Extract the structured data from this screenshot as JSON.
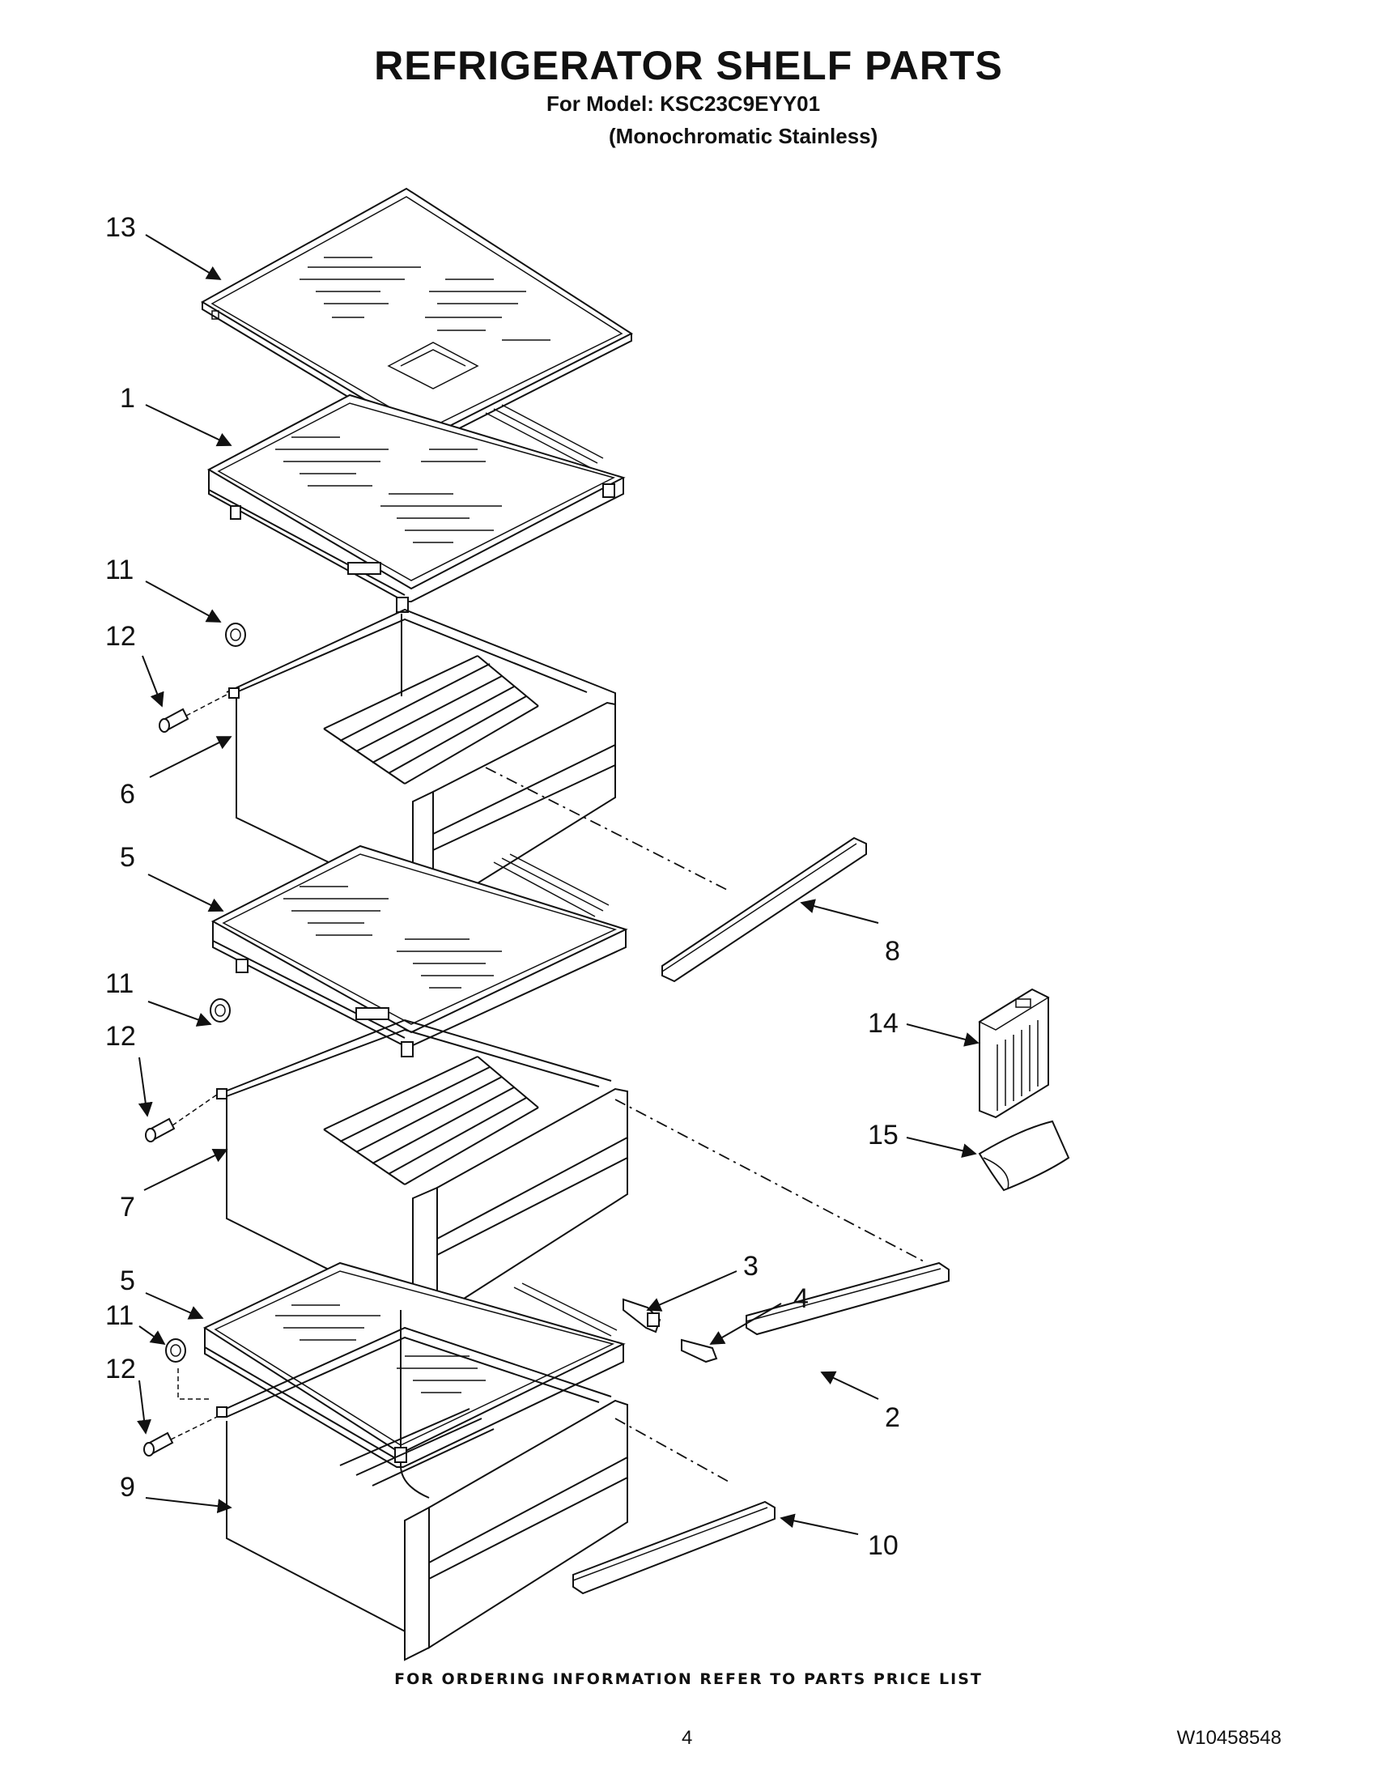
{
  "header": {
    "title": "REFRIGERATOR SHELF PARTS",
    "model_line": "For Model: KSC23C9EYY01",
    "variant_line": "(Monochromatic Stainless)"
  },
  "callouts": {
    "c13": "13",
    "c1": "1",
    "c11a": "11",
    "c12a": "12",
    "c6": "6",
    "c5a": "5",
    "c8": "8",
    "c11b": "11",
    "c12b": "12",
    "c14": "14",
    "c15": "15",
    "c7": "7",
    "c3": "3",
    "c4": "4",
    "c5b": "5",
    "c11c": "11",
    "c12c": "12",
    "c2": "2",
    "c9": "9",
    "c10": "10"
  },
  "footer": {
    "ordering_note": "FOR ORDERING INFORMATION REFER TO PARTS PRICE LIST",
    "page_number": "4",
    "document_number": "W10458548"
  }
}
